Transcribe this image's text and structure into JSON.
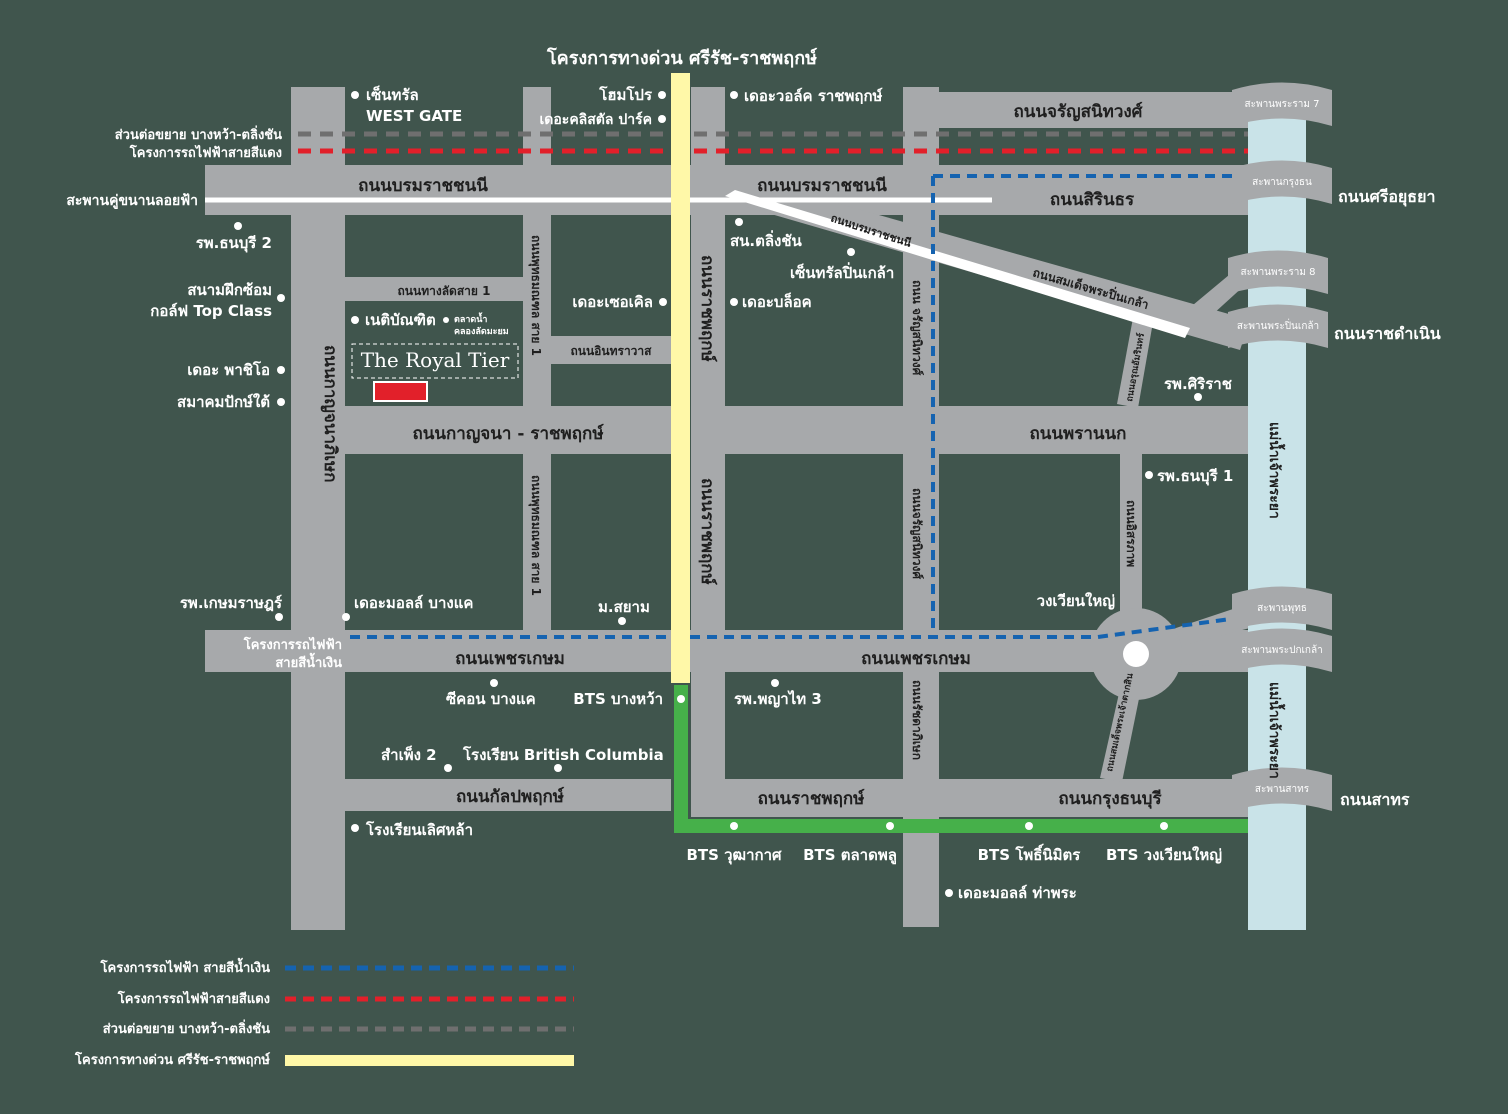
{
  "title": "โครงการทางด่วน ศรีรัช-ราชพฤกษ์",
  "project_name": "The Royal Tier",
  "colors": {
    "background": "#40554d",
    "road": "#a7a9ab",
    "river": "#c9e3e8",
    "expressway": "#fff8a8",
    "bts_green": "#46b04a",
    "blue_line": "#1563b0",
    "red_line": "#e2202a",
    "grey_line": "#6f6f6f",
    "project_marker": "#e2202a"
  },
  "roads": {
    "charan": "ถนนจรัญสนิทวงศ์",
    "borom_w": "ถนนบรมราชชนนี",
    "borom_e": "ถนนบรมราชชนนี",
    "borom_diag": "ถนนบรมราชชนนี",
    "sirindhorn": "ถนนสิรินธร",
    "somdet_pinklao": "ถนนสมเด็จพระปิ่นเกล้า",
    "thang_lat": "ถนนทางลัดสาย 1",
    "inthrawat": "ถนนอินทราวาส",
    "kanchana_v": "ถนนกาญจนาภิเษก",
    "kanchana_ratchaphruek": "ถนนกาญจนา - ราชพฤกษ์",
    "phutthamonthon_upper": "ถนนพุทธมณฑล สาย 1",
    "phutthamonthon_lower": "ถนนพุทธมณฑล สาย 1",
    "ratchaphruek_upper": "ถนนราชพฤกษ์",
    "ratchaphruek_lower": "ถนนราชพฤกษ์",
    "charan_v_upper": "ถนน จรัญสนิทวงศ์",
    "charan_v_lower": "ถนนจรัญสนิทวงศ์",
    "arun_amarin": "ถนนอรุณอัมรินทร์",
    "phran_nok": "ถนนพรานนก",
    "itsaraphap": "ถนนอิสรภาพ",
    "phet_kasem_w": "ถนนเพชรเกษม",
    "phet_kasem_e": "ถนนเพชรเกษม",
    "somdet_taksin": "ถนนสมเด็จพระเจ้าตากสิน",
    "kanlapaphruek": "ถนนกัลปพฤกษ์",
    "ratchaphruek_h": "ถนนราชพฤกษ์",
    "krung_thonburi": "ถนนกรุงธนบุรี",
    "ratchada_thaphra": "ถนนรัชดาภิเษก",
    "sri_ayutthaya": "ถนนศรีอยุธยา",
    "ratchadamnoen": "ถนนราชดำเนิน",
    "sathorn": "ถนนสาทร"
  },
  "bridges": {
    "rama7": "สะพานพระราม 7",
    "krungthon": "สะพานกรุงธน",
    "rama8": "สะพานพระราม 8",
    "pinklao": "สะพานพระปิ่นเกล้า",
    "phut": "สะพานพุทธ",
    "pokklao": "สะพานพระปกเกล้า",
    "sathorn": "สะพานสาทร",
    "parallel": "สะพานคู่ขนานลอยฟ้า"
  },
  "river": {
    "upper": "แม่น้ำเจ้าพระยา",
    "lower": "แม่น้ำเจ้าพระยา"
  },
  "rail_labels": {
    "grey_ext": "ส่วนต่อขยาย บางหว้า-ตลิ่งชัน",
    "red_line": "โครงการรถไฟฟ้าสายสีแดง",
    "blue_line_1": "โครงการรถไฟฟ้า",
    "blue_line_2": "สายสีน้ำเงิน"
  },
  "places": {
    "central_westgate_1": "เซ็นทรัล",
    "central_westgate_2": "WEST GATE",
    "homepro": "โฮมโปร",
    "the_walk": "เดอะวอล์ค ราชพฤกษ์",
    "the_castle": "เดอะคลิสตัล ปาร์ค",
    "thonburi2": "รพ.ธนบุรี 2",
    "golf_1": "สนามฝึกซ้อม",
    "golf_2": "กอล์ฟ Top Class",
    "nettipanit": "เนติบัณฑิต",
    "floating_1": "ตลาดน้ำ",
    "floating_2": "คลองลัดมะยม",
    "the_patio": "เดอะ พาชิโอ",
    "bird_assoc": "สมาคมปักษ์ใต้",
    "taling_chan": "สน.ตลิ่งชัน",
    "central_pinklao": "เซ็นทรัลปิ่นเกล้า",
    "the_circle": "เดอะเซอเคิล",
    "the_block": "เดอะบล็อค",
    "siriraj": "รพ.ศิริราช",
    "thonburi1": "รพ.ธนบุรี 1",
    "wongwian_yai": "วงเวียนใหญ่",
    "kasemrad": "รพ.เกษมราษฎร์",
    "mall_bangkhae": "เดอะมอลล์ บางแค",
    "siam_univ": "ม.สยาม",
    "seacon": "ซีคอน บางแค",
    "bts_bangwa": "BTS บางหว้า",
    "phyathai3": "รพ.พญาไท 3",
    "sampeng2": "สำเพ็ง 2",
    "british_columbia": "โรงเรียน British Columbia",
    "lertlah": "โรงเรียนเลิศหล้า",
    "bts_wutthakat": "BTS วุฒากาศ",
    "bts_talat_phlu": "BTS ตลาดพลู",
    "bts_pho_nimit": "BTS โพธิ์นิมิตร",
    "bts_wongwian_yai": "BTS วงเวียนใหญ่",
    "mall_thapra": "เดอะมอลล์ ท่าพระ"
  },
  "legend": [
    {
      "label": "โครงการรถไฟฟ้า สายสีน้ำเงิน",
      "style": "dashed",
      "color": "#1563b0"
    },
    {
      "label": "โครงการรถไฟฟ้าสายสีแดง",
      "style": "dashed",
      "color": "#e2202a"
    },
    {
      "label": "ส่วนต่อขยาย บางหว้า-ตลิ่งชัน",
      "style": "dashed",
      "color": "#6f6f6f"
    },
    {
      "label": "โครงการทางด่วน ศรีรัช-ราชพฤกษ์",
      "style": "solid",
      "color": "#fff8a8"
    }
  ]
}
